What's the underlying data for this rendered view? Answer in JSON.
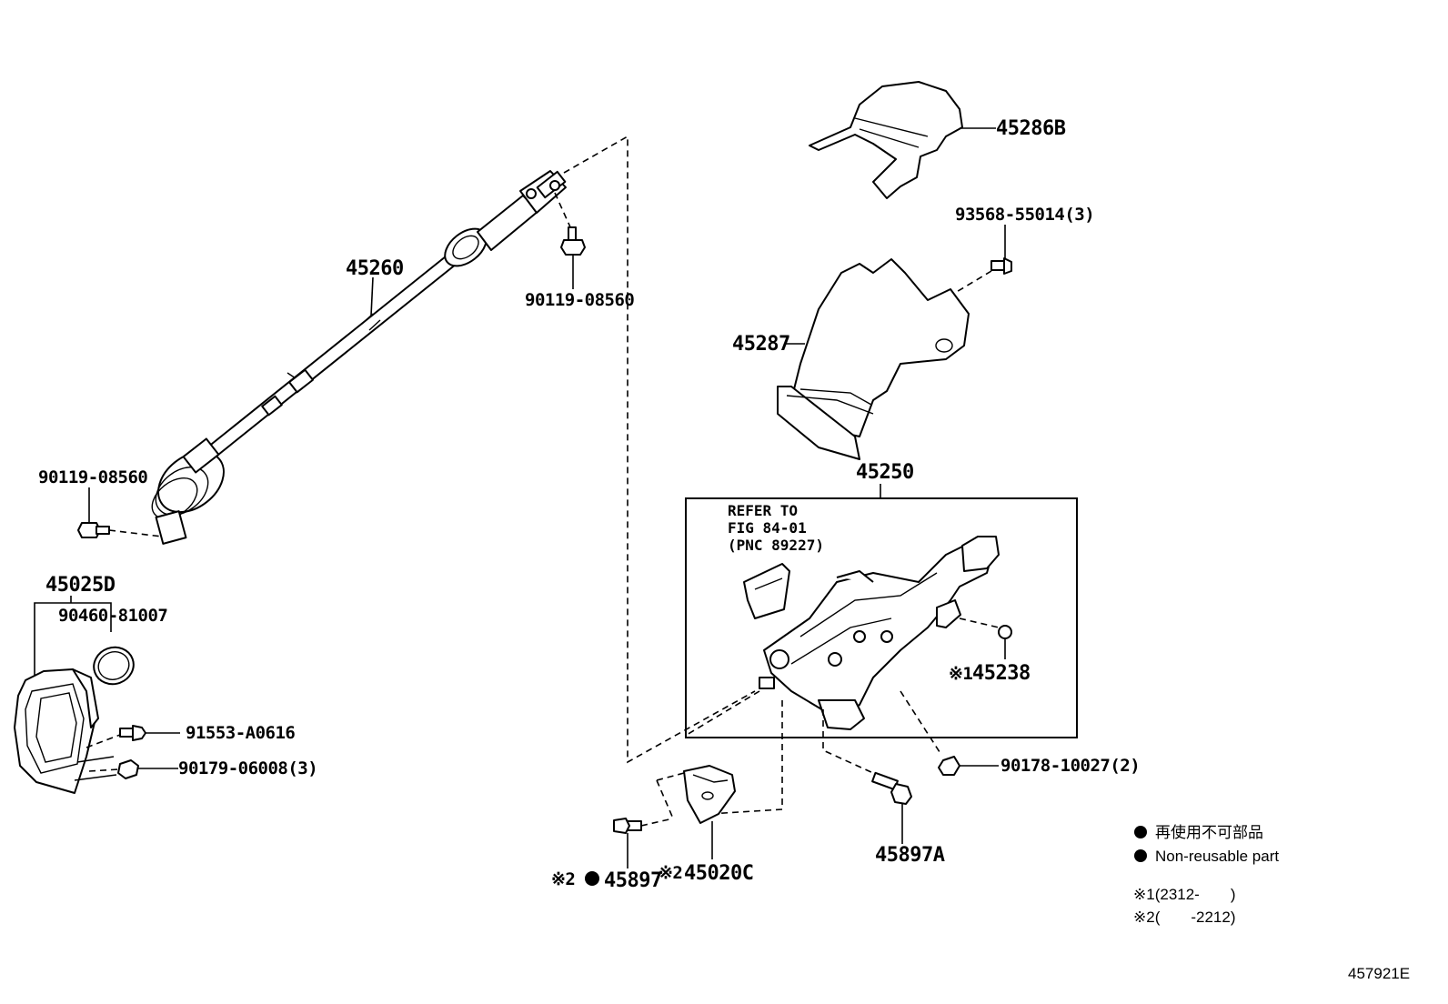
{
  "diagram_id": "457921E",
  "parts": {
    "p45286B": "45286B",
    "p93568": "93568-55014(3)",
    "p45287": "45287",
    "p45260": "45260",
    "p90119_top": "90119-08560",
    "p90119_left": "90119-08560",
    "p45250": "45250",
    "p45025D": "45025D",
    "p90460": "90460-81007",
    "p91553": "91553-A0616",
    "p90179": "90179-06008(3)",
    "p45238": "45238",
    "p90178": "90178-10027(2)",
    "p45897A": "45897A",
    "p45897": "45897",
    "p45020C": "45020C"
  },
  "marks": {
    "m1": "※1",
    "m2": "※2",
    "m2b": "※2"
  },
  "refer_box": {
    "line1": "REFER TO",
    "line2": "FIG 84-01",
    "line3": "(PNC 89227)"
  },
  "legend": {
    "jp": "再使用不可部品",
    "en": "Non-reusable part",
    "note1": "※1(2312-　　)",
    "note2": "※2(　　-2212)"
  }
}
